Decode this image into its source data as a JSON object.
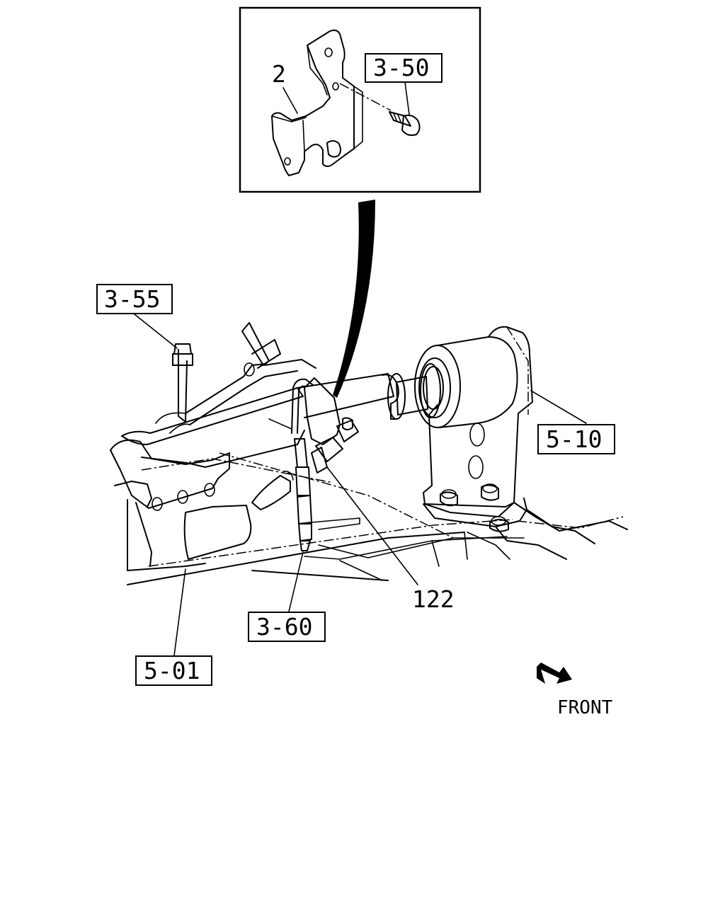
{
  "callouts": {
    "part_2": "2",
    "ref_3_50": "3-50",
    "ref_3_55": "3-55",
    "ref_5_10": "5-10",
    "part_122": "122",
    "ref_3_60": "3-60",
    "ref_5_01": "5-01"
  },
  "direction": {
    "label": "FRONT"
  }
}
